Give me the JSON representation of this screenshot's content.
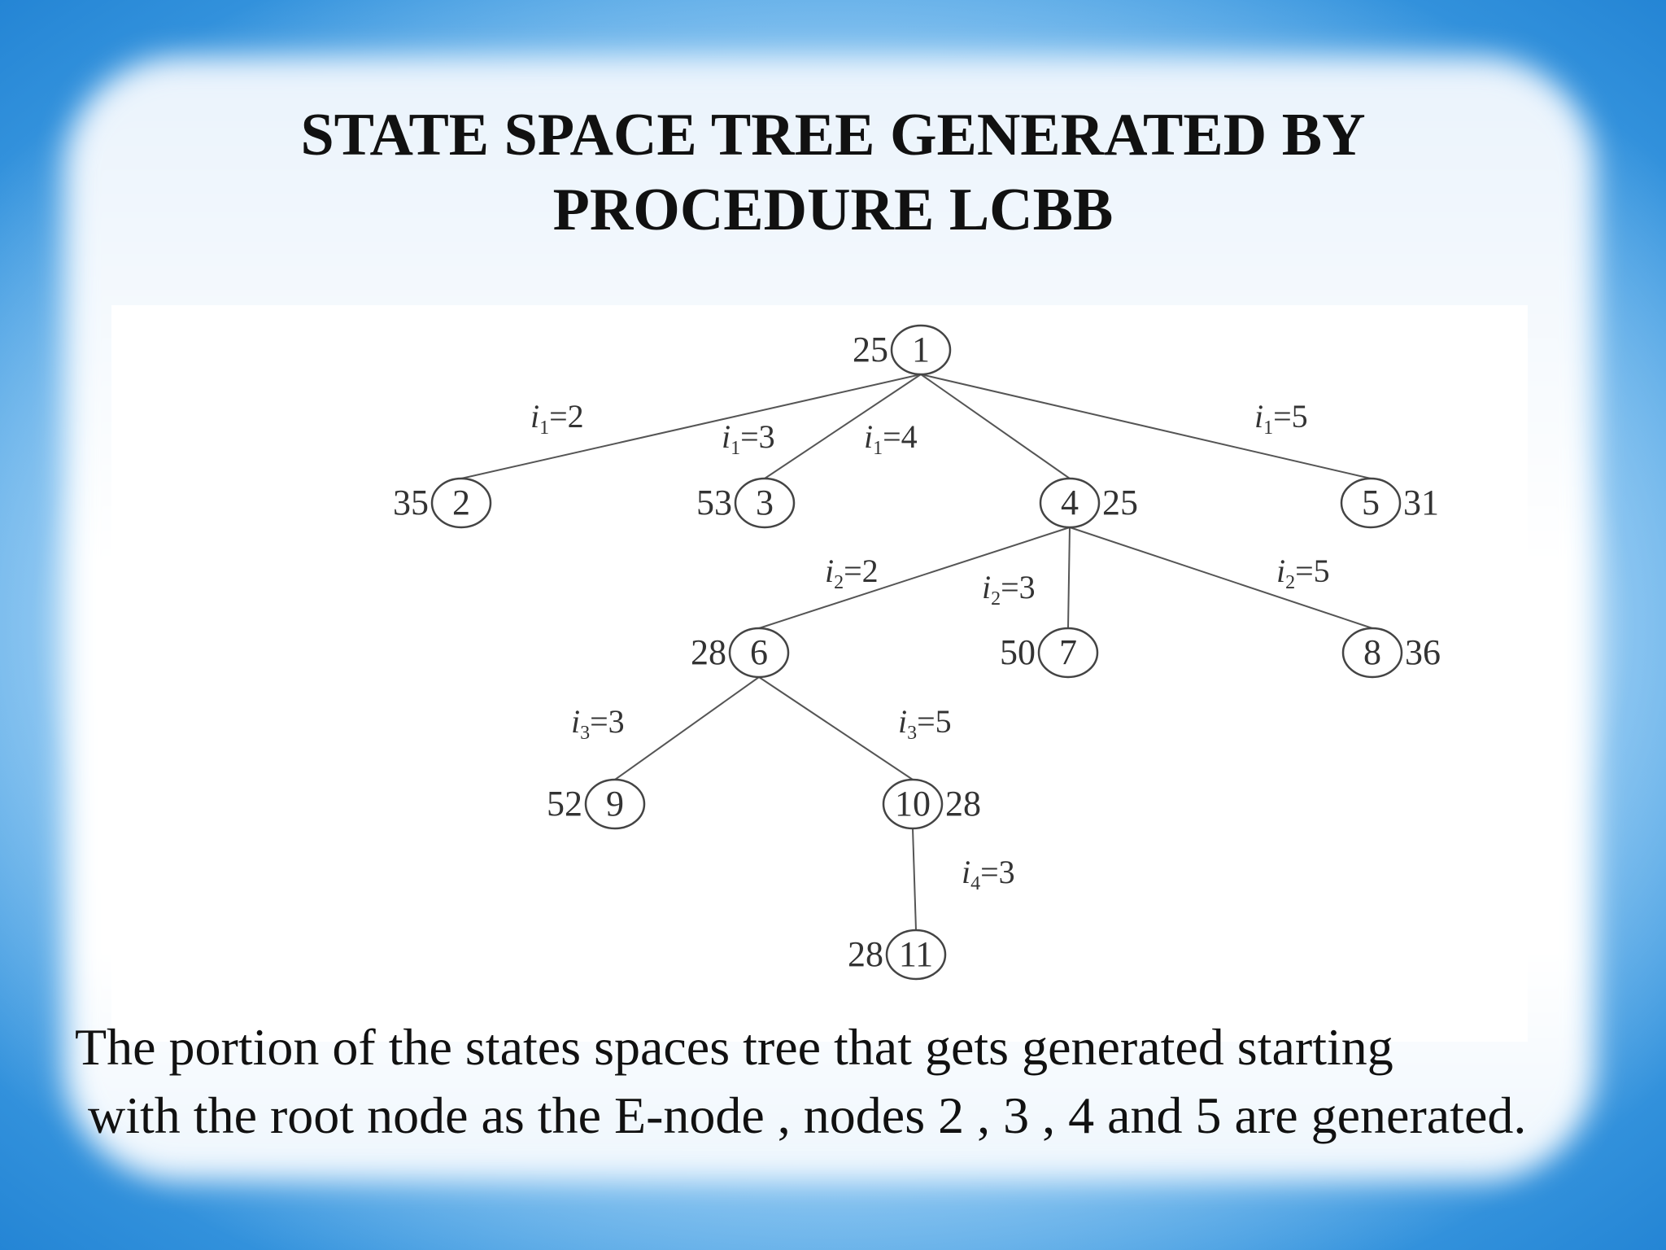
{
  "slide": {
    "title_line1": "STATE SPACE TREE GENERATED BY",
    "title_line2": "PROCEDURE LCBB",
    "caption_line1": "The portion of the states spaces tree that gets generated starting",
    "caption_line2": "with the root node as the E-node , nodes 2 , 3 , 4 and 5 are generated."
  },
  "tree": {
    "nodes": [
      {
        "id": "1",
        "cost": "25",
        "cost_side": "left"
      },
      {
        "id": "2",
        "cost": "35",
        "cost_side": "left"
      },
      {
        "id": "3",
        "cost": "53",
        "cost_side": "left"
      },
      {
        "id": "4",
        "cost": "25",
        "cost_side": "right"
      },
      {
        "id": "5",
        "cost": "31",
        "cost_side": "right"
      },
      {
        "id": "6",
        "cost": "28",
        "cost_side": "left"
      },
      {
        "id": "7",
        "cost": "50",
        "cost_side": "left"
      },
      {
        "id": "8",
        "cost": "36",
        "cost_side": "right"
      },
      {
        "id": "9",
        "cost": "52",
        "cost_side": "left"
      },
      {
        "id": "10",
        "cost": "28",
        "cost_side": "right"
      },
      {
        "id": "11",
        "cost": "28",
        "cost_side": "left"
      }
    ],
    "edges": [
      {
        "from": "1",
        "to": "2",
        "var": "i",
        "sub": "1",
        "val": "=2"
      },
      {
        "from": "1",
        "to": "3",
        "var": "i",
        "sub": "1",
        "val": "=3"
      },
      {
        "from": "1",
        "to": "4",
        "var": "i",
        "sub": "1",
        "val": "=4"
      },
      {
        "from": "1",
        "to": "5",
        "var": "i",
        "sub": "1",
        "val": "=5"
      },
      {
        "from": "4",
        "to": "6",
        "var": "i",
        "sub": "2",
        "val": "=2"
      },
      {
        "from": "4",
        "to": "7",
        "var": "i",
        "sub": "2",
        "val": "=3"
      },
      {
        "from": "4",
        "to": "8",
        "var": "i",
        "sub": "2",
        "val": "=5"
      },
      {
        "from": "6",
        "to": "9",
        "var": "i",
        "sub": "3",
        "val": "=3"
      },
      {
        "from": "6",
        "to": "10",
        "var": "i",
        "sub": "3",
        "val": "=5"
      },
      {
        "from": "10",
        "to": "11",
        "var": "i",
        "sub": "4",
        "val": "=3"
      }
    ]
  }
}
